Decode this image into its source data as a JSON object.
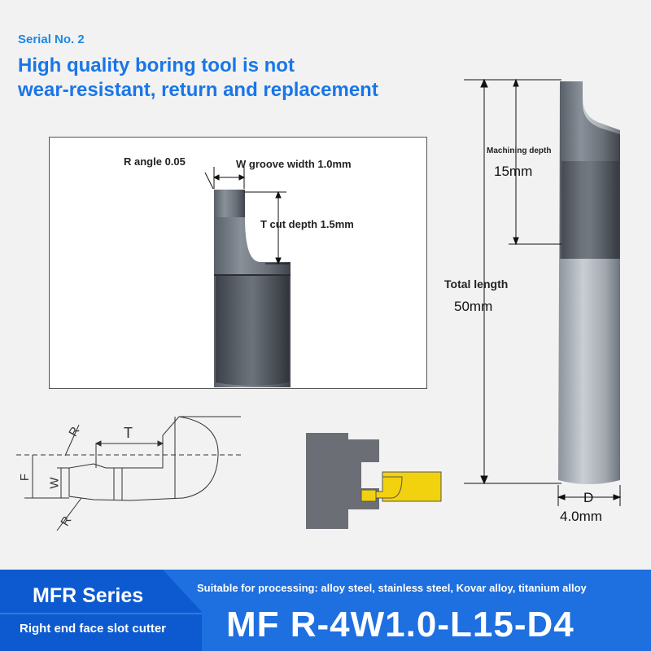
{
  "header": {
    "serial": "Serial No. 2",
    "headline_line1": "High quality boring tool is not",
    "headline_line2": "wear-resistant, return and replacement"
  },
  "detail": {
    "r_angle": "R angle 0.05",
    "groove_width": "W groove width 1.0mm",
    "cut_depth": "T cut depth 1.5mm"
  },
  "dimensions": {
    "machining_depth_label": "Machining depth",
    "machining_depth_value": "15mm",
    "total_length_label": "Total length",
    "total_length_value": "50mm",
    "diameter_label": "D",
    "diameter_value": "4.0mm"
  },
  "schematic": {
    "label_t": "T",
    "label_f": "F",
    "label_w": "W",
    "label_r_top": "R",
    "label_r_bottom": "R"
  },
  "footer": {
    "series": "MFR Series",
    "subtitle": "Right end face slot cutter",
    "suitable": "Suitable for processing: alloy steel, stainless steel, Kovar alloy, titanium alloy",
    "model": "MF R-4W1.0-L15-D4"
  },
  "colors": {
    "accent_blue": "#1976e8",
    "footer_blue": "#1e6fe0",
    "footer_dark": "#0d5ad0",
    "insert_yellow": "#f2d10f"
  }
}
